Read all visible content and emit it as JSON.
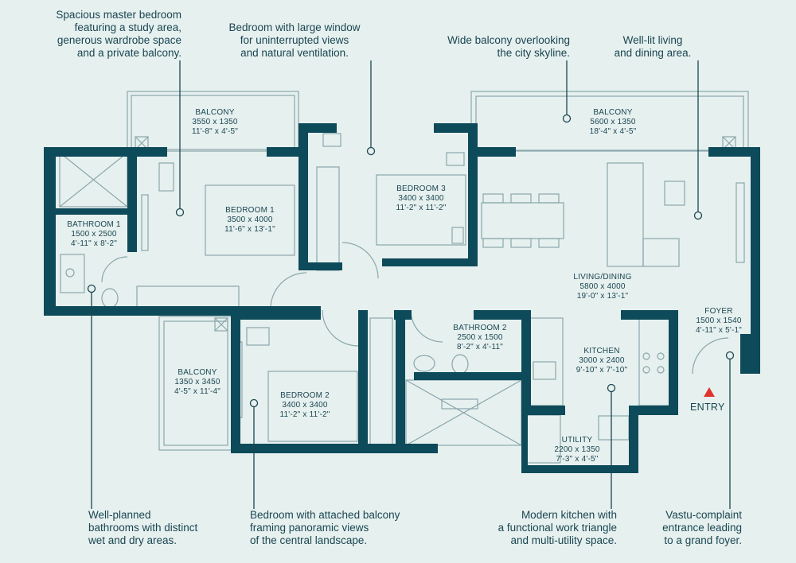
{
  "callouts": {
    "master": "Spacious master bedroom\nfeaturing a study area,\ngenerous wardrobe space\nand a private balcony.",
    "bed3": "Bedroom with large window\nfor uninterrupted views\nand natural ventilation.",
    "balcony": "Wide balcony overlooking\nthe city skyline.",
    "living": "Well-lit living\nand dining area.",
    "baths": "Well-planned\nbathrooms with distinct\nwet and dry areas.",
    "bed2": "Bedroom with attached balcony\nframing panoramic views\nof the central landscape.",
    "kitchen": "Modern kitchen with\na functional work triangle\nand multi-utility space.",
    "foyer": "Vastu-complaint\nentrance leading\nto a grand foyer."
  },
  "rooms": {
    "balcony1": {
      "name": "BALCONY",
      "metric": "3550 x 1350",
      "imperial": "11'-8\" x 4'-5\""
    },
    "balcony2": {
      "name": "BALCONY",
      "metric": "5600 x 1350",
      "imperial": "18'-4\" x 4'-5\""
    },
    "bedroom3": {
      "name": "BEDROOM 3",
      "metric": "3400 x 3400",
      "imperial": "11'-2\" x 11'-2\""
    },
    "bedroom1": {
      "name": "BEDROOM 1",
      "metric": "3500 x 4000",
      "imperial": "11'-6\" x 13'-1\""
    },
    "bathroom1": {
      "name": "BATHROOM 1",
      "metric": "1500 x 2500",
      "imperial": "4'-11\" x 8'-2\""
    },
    "living": {
      "name": "LIVING/DINING",
      "metric": "5800 x 4000",
      "imperial": "19'-0\" x 13'-1\""
    },
    "foyer": {
      "name": "FOYER",
      "metric": "1500 x 1540",
      "imperial": "4'-11\" x 5'-1\""
    },
    "bathroom2": {
      "name": "BATHROOM 2",
      "metric": "2500 x 1500",
      "imperial": "8'-2\" x 4'-11\""
    },
    "kitchen": {
      "name": "KITCHEN",
      "metric": "3000 x 2400",
      "imperial": "9'-10\" x 7'-10\""
    },
    "balcony3": {
      "name": "BALCONY",
      "metric": "1350 x 3450",
      "imperial": "4'-5\" x 11'-4\""
    },
    "bedroom2": {
      "name": "BEDROOM 2",
      "metric": "3400 x 3400",
      "imperial": "11'-2\" x 11'-2\""
    },
    "utility": {
      "name": "UTILITY",
      "metric": "2200 x 1350",
      "imperial": "7'-3\" x 4'-5\""
    }
  },
  "entry": "ENTRY",
  "colors": {
    "background": "#e6f0ef",
    "wall": "#0d4a5a",
    "line": "#8aa6aa",
    "text": "#1a4651",
    "entry_marker": "#e0332e"
  }
}
